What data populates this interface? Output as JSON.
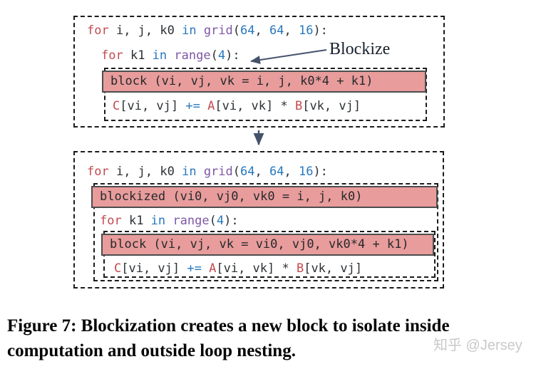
{
  "colors": {
    "keyword_red": "#c34a50",
    "literal_blue": "#2878be",
    "builtin_purple": "#7e57a5",
    "code_text": "#2d3134",
    "block_pink": "#e89c9c",
    "arrow_slate": "#44536b",
    "dashed_border": "#1b1b1b",
    "watermark_gray": "#c9c9c9"
  },
  "annotation": {
    "blockize_label": "Blockize"
  },
  "before": {
    "loop_line1": [
      {
        "t": "for",
        "c": "kw"
      },
      {
        "t": " i, j, k0 ",
        "c": "tx"
      },
      {
        "t": "in",
        "c": "bl"
      },
      {
        "t": " ",
        "c": "tx"
      },
      {
        "t": "grid",
        "c": "pu"
      },
      {
        "t": "(",
        "c": "tx"
      },
      {
        "t": "64",
        "c": "bl"
      },
      {
        "t": ", ",
        "c": "tx"
      },
      {
        "t": "64",
        "c": "bl"
      },
      {
        "t": ", ",
        "c": "tx"
      },
      {
        "t": "16",
        "c": "bl"
      },
      {
        "t": "):",
        "c": "tx"
      }
    ],
    "loop_line2": [
      {
        "t": "for",
        "c": "kw"
      },
      {
        "t": " k1 ",
        "c": "tx"
      },
      {
        "t": "in",
        "c": "bl"
      },
      {
        "t": " ",
        "c": "tx"
      },
      {
        "t": "range",
        "c": "pu"
      },
      {
        "t": "(",
        "c": "tx"
      },
      {
        "t": "4",
        "c": "bl"
      },
      {
        "t": "):",
        "c": "tx"
      }
    ],
    "block_header": "block (vi, vj, vk = i, j, k0*4 + k1)",
    "body_line": [
      {
        "t": "C",
        "c": "kw"
      },
      {
        "t": "[vi, vj] ",
        "c": "tx"
      },
      {
        "t": "+=",
        "c": "bl"
      },
      {
        "t": " ",
        "c": "tx"
      },
      {
        "t": "A",
        "c": "kw"
      },
      {
        "t": "[vi, vk] * ",
        "c": "tx"
      },
      {
        "t": "B",
        "c": "kw"
      },
      {
        "t": "[vk, vj]",
        "c": "tx"
      }
    ]
  },
  "after": {
    "loop_line1": [
      {
        "t": "for",
        "c": "kw"
      },
      {
        "t": " i, j, k0 ",
        "c": "tx"
      },
      {
        "t": "in",
        "c": "bl"
      },
      {
        "t": " ",
        "c": "tx"
      },
      {
        "t": "grid",
        "c": "pu"
      },
      {
        "t": "(",
        "c": "tx"
      },
      {
        "t": "64",
        "c": "bl"
      },
      {
        "t": ", ",
        "c": "tx"
      },
      {
        "t": "64",
        "c": "bl"
      },
      {
        "t": ", ",
        "c": "tx"
      },
      {
        "t": "16",
        "c": "bl"
      },
      {
        "t": "):",
        "c": "tx"
      }
    ],
    "blockized_header": "blockized (vi0, vj0, vk0 = i, j, k0)",
    "loop_line2": [
      {
        "t": "for",
        "c": "kw"
      },
      {
        "t": " k1 ",
        "c": "tx"
      },
      {
        "t": "in",
        "c": "bl"
      },
      {
        "t": " ",
        "c": "tx"
      },
      {
        "t": "range",
        "c": "pu"
      },
      {
        "t": "(",
        "c": "tx"
      },
      {
        "t": "4",
        "c": "bl"
      },
      {
        "t": "):",
        "c": "tx"
      }
    ],
    "block_header": "block (vi, vj, vk = vi0, vj0, vk0*4 + k1)",
    "body_line": [
      {
        "t": "C",
        "c": "kw"
      },
      {
        "t": "[vi, vj] ",
        "c": "tx"
      },
      {
        "t": "+=",
        "c": "bl"
      },
      {
        "t": " ",
        "c": "tx"
      },
      {
        "t": "A",
        "c": "kw"
      },
      {
        "t": "[vi, vk] * ",
        "c": "tx"
      },
      {
        "t": "B",
        "c": "kw"
      },
      {
        "t": "[vk, vj]",
        "c": "tx"
      }
    ]
  },
  "caption": {
    "line1": "Figure 7: Blockization creates a new block to isolate inside",
    "line2": "computation and outside loop nesting."
  },
  "watermark": "知乎 @Jersey"
}
